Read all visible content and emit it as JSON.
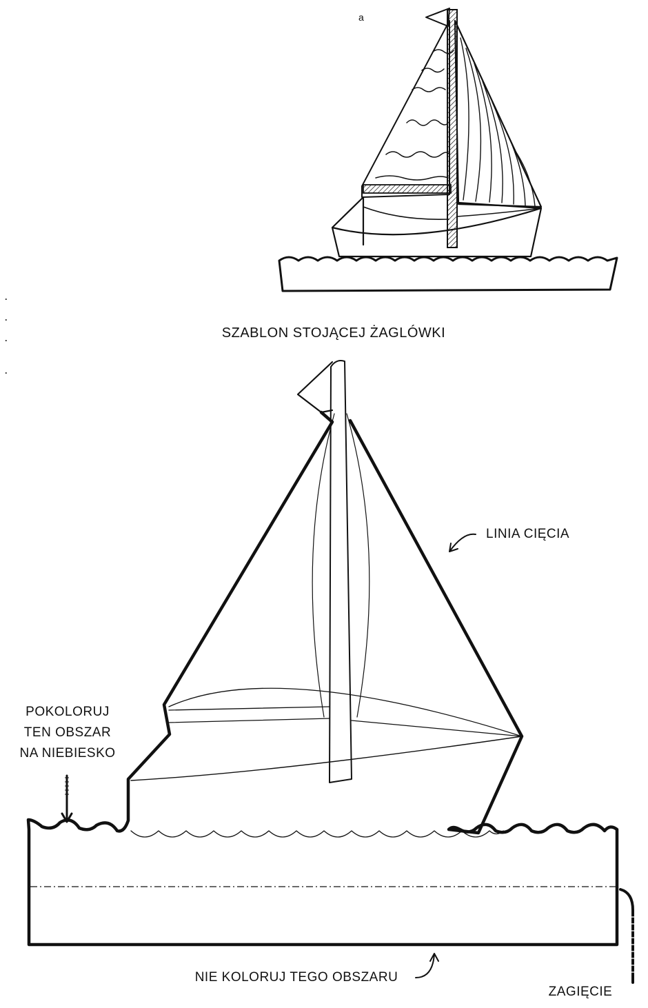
{
  "page": {
    "corner_mark": "a",
    "template_title": "SZABLON STOJĄCEJ ŻAGLÓWKI"
  },
  "labels": {
    "cut_line": "LINIA CIĘCIA",
    "color_blue": [
      "POKOLORUJ",
      "TEN OBSZAR",
      "NA NIEBIESKO"
    ],
    "do_not_color": "NIE KOLORUJ TEGO OBSZARU",
    "fold": "ZAGIĘCIE"
  },
  "colors": {
    "ink": "#111111",
    "paper": "#ffffff"
  }
}
